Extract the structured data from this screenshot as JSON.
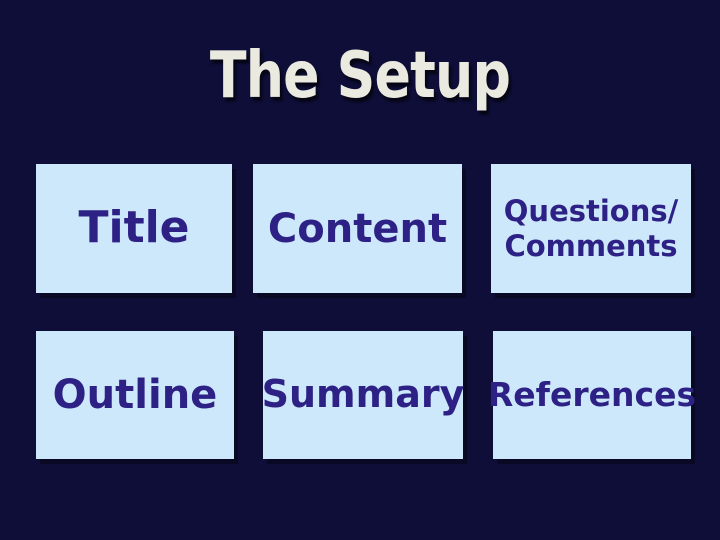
{
  "slide": {
    "title": "The Setup",
    "nav_boxes": [
      {
        "id": "title",
        "label": "Title"
      },
      {
        "id": "content",
        "label": "Content"
      },
      {
        "id": "questions-comments",
        "label": "Questions/\nComments"
      },
      {
        "id": "outline",
        "label": "Outline"
      },
      {
        "id": "summary",
        "label": "Summary"
      },
      {
        "id": "references",
        "label": "References"
      }
    ]
  },
  "colors": {
    "background": "#0e0e38",
    "box_fill": "#cde8fb",
    "box_text": "#2e2185",
    "title_text": "#eaeae0"
  }
}
